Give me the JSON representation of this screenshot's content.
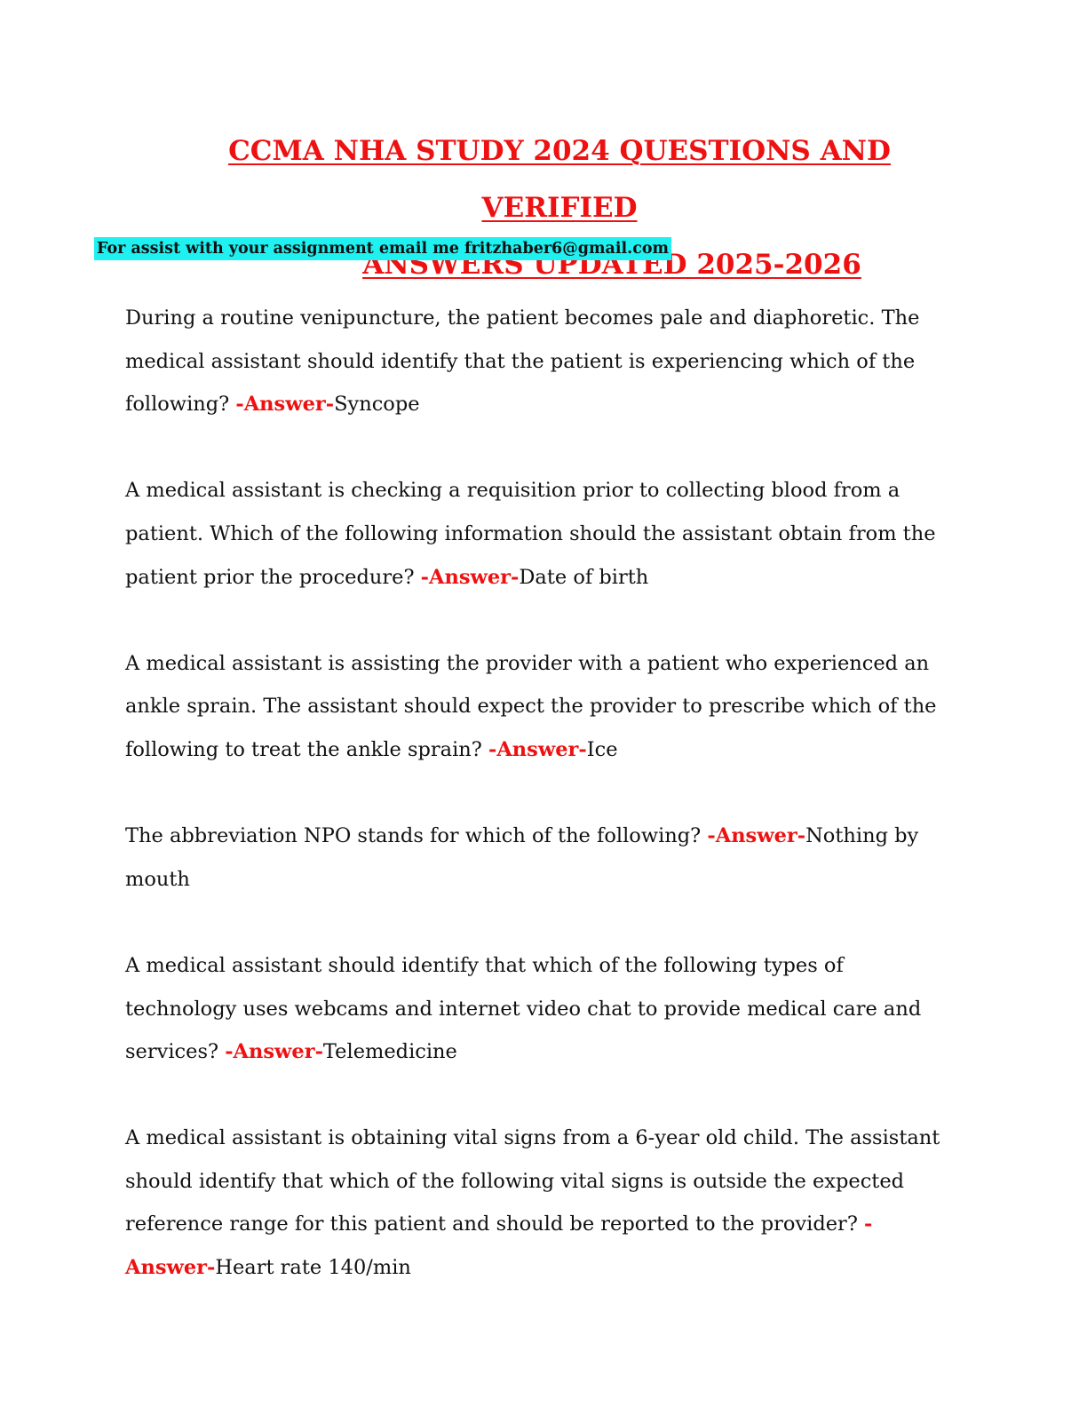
{
  "document": {
    "title_line1": "CCMA NHA STUDY 2024 QUESTIONS AND VERIFIED",
    "title_line2": "ANSWERS UPDATED 2025-2026",
    "contact": "For assist with your assignment email me fritzhaber6@gmail.com",
    "answer_label": "-Answer-",
    "items": [
      {
        "question": "During a routine venipuncture, the patient becomes pale and diaphoretic. The medical assistant should identify that the patient is experiencing which of the following? ",
        "answer": "Syncope"
      },
      {
        "question": "A medical assistant is checking a requisition prior to collecting blood from a patient. Which of the following information should the assistant obtain from the patient prior the procedure? ",
        "answer": "Date of birth"
      },
      {
        "question": "A medical assistant is assisting the provider with a patient who experienced an ankle sprain. The assistant should expect the provider to prescribe which of the following to treat the ankle sprain? ",
        "answer": "Ice"
      },
      {
        "question": "The abbreviation NPO stands for which of the following? ",
        "answer": "Nothing by mouth"
      },
      {
        "question": "A medical assistant should identify that which of the following types of technology uses webcams and internet video chat to provide medical care and services? ",
        "answer": "Telemedicine"
      },
      {
        "question": "A medical assistant is obtaining vital signs from a 6-year old child. The assistant should identify that which of the following vital signs is outside the expected reference range for this patient and should be reported to the provider? ",
        "answer": "Heart rate 140/min"
      }
    ]
  },
  "colors": {
    "title": "#ee1111",
    "answer_label": "#ee1111",
    "highlight": "#1ff0f0",
    "text": "#111111"
  }
}
